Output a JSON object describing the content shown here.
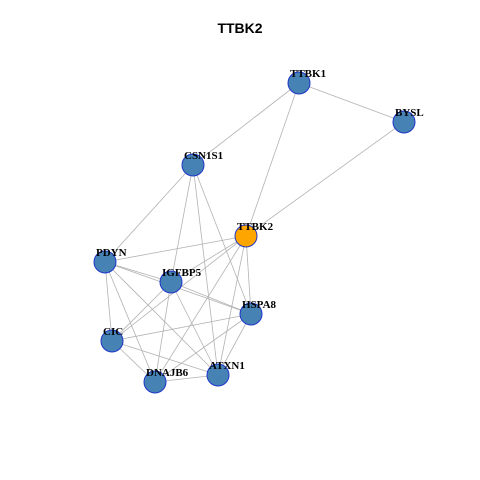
{
  "title": "TTBK2",
  "colors": {
    "node_default": "#4682b4",
    "node_focus": "#ffa500",
    "node_border": "#1f35c8",
    "edge": "#b3b3b3"
  },
  "nodes": [
    {
      "id": "TTBK2",
      "label": "TTBK2",
      "focus": true
    },
    {
      "id": "TTBK1",
      "label": "TTBK1"
    },
    {
      "id": "BYSL",
      "label": "BYSL"
    },
    {
      "id": "CSN1S1",
      "label": "CSN1S1"
    },
    {
      "id": "PDYN",
      "label": "PDYN"
    },
    {
      "id": "IGFBP5",
      "label": "IGFBP5"
    },
    {
      "id": "HSPA8",
      "label": "HSPA8"
    },
    {
      "id": "CIC",
      "label": "CIC"
    },
    {
      "id": "ATXN1",
      "label": "ATXN1"
    },
    {
      "id": "DNAJB6",
      "label": "DNAJB6"
    }
  ],
  "edges": [
    [
      "TTBK1",
      "BYSL"
    ],
    [
      "TTBK1",
      "CSN1S1"
    ],
    [
      "TTBK1",
      "TTBK2"
    ],
    [
      "BYSL",
      "TTBK2"
    ],
    [
      "CSN1S1",
      "PDYN"
    ],
    [
      "CSN1S1",
      "IGFBP5"
    ],
    [
      "CSN1S1",
      "HSPA8"
    ],
    [
      "CSN1S1",
      "ATXN1"
    ],
    [
      "TTBK2",
      "PDYN"
    ],
    [
      "TTBK2",
      "IGFBP5"
    ],
    [
      "TTBK2",
      "HSPA8"
    ],
    [
      "TTBK2",
      "CIC"
    ],
    [
      "TTBK2",
      "DNAJB6"
    ],
    [
      "TTBK2",
      "ATXN1"
    ],
    [
      "PDYN",
      "IGFBP5"
    ],
    [
      "PDYN",
      "CIC"
    ],
    [
      "PDYN",
      "DNAJB6"
    ],
    [
      "PDYN",
      "ATXN1"
    ],
    [
      "PDYN",
      "HSPA8"
    ],
    [
      "IGFBP5",
      "HSPA8"
    ],
    [
      "IGFBP5",
      "CIC"
    ],
    [
      "IGFBP5",
      "DNAJB6"
    ],
    [
      "IGFBP5",
      "ATXN1"
    ],
    [
      "HSPA8",
      "CIC"
    ],
    [
      "HSPA8",
      "DNAJB6"
    ],
    [
      "HSPA8",
      "ATXN1"
    ],
    [
      "CIC",
      "DNAJB6"
    ],
    [
      "CIC",
      "ATXN1"
    ],
    [
      "DNAJB6",
      "ATXN1"
    ]
  ]
}
